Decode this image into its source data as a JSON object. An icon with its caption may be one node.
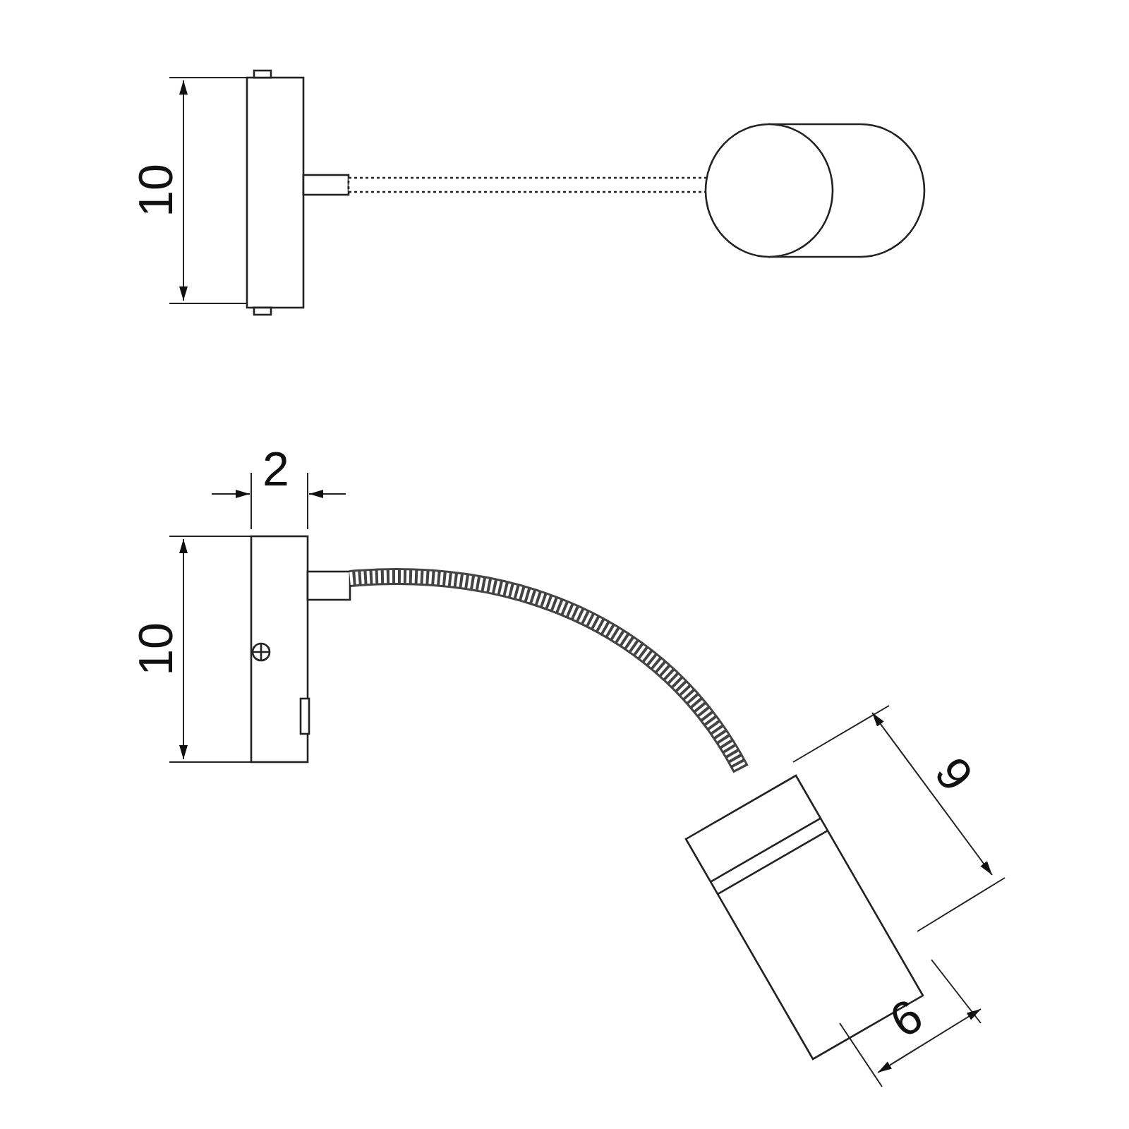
{
  "diagram": {
    "labels": [
      "10",
      "2",
      "10",
      "9",
      "6"
    ]
  }
}
